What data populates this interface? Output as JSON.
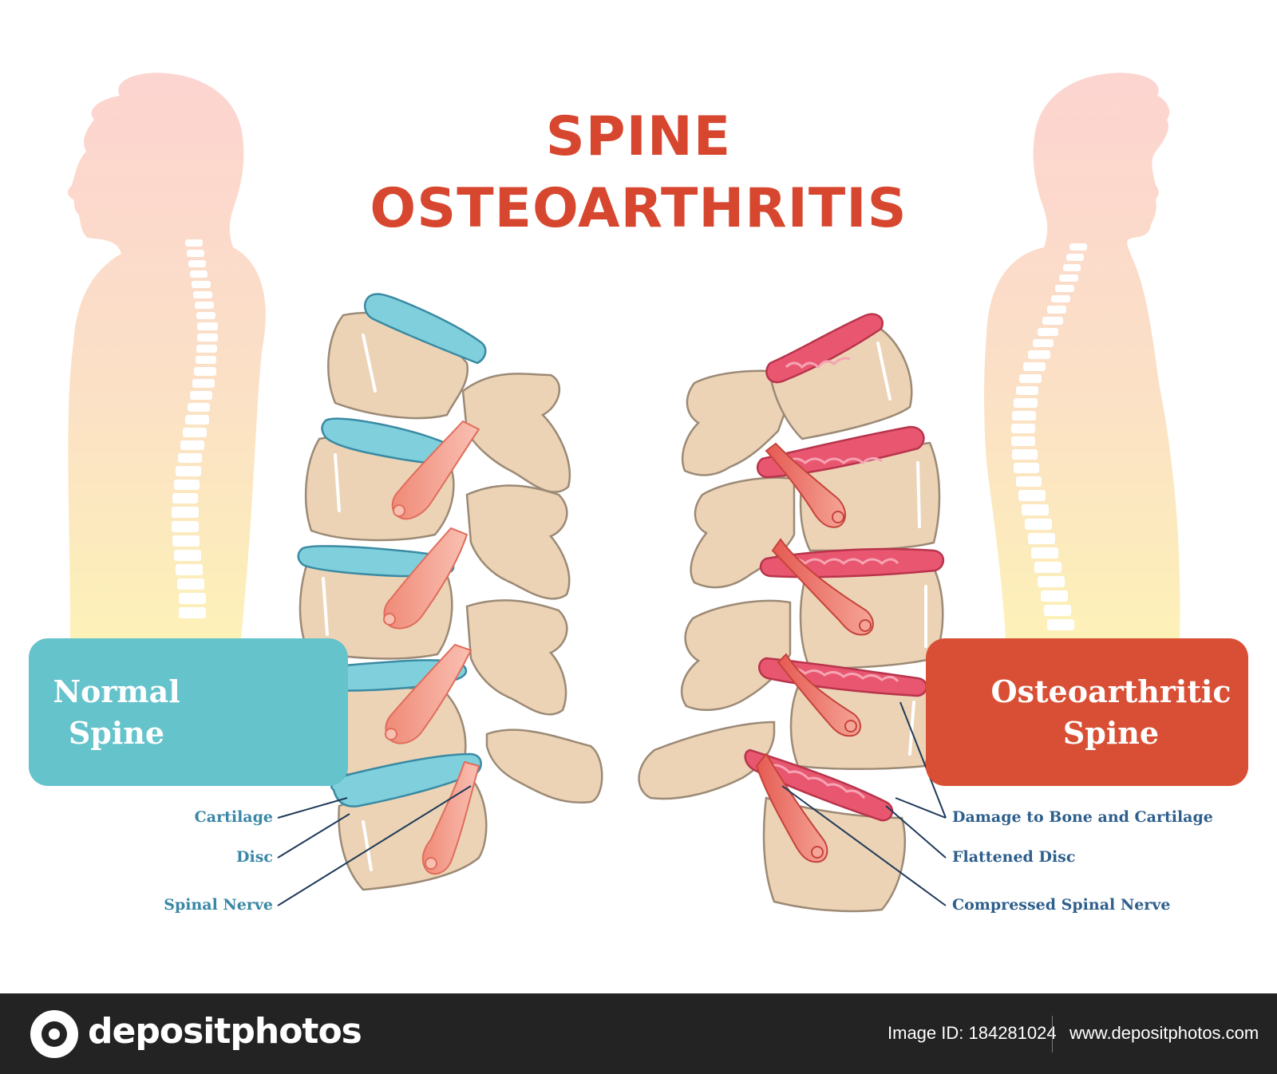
{
  "title": {
    "line1": "SPINE",
    "line2": "OSTEOARTHRITIS"
  },
  "left_panel": {
    "line1": "Normal",
    "line2": "Spine"
  },
  "right_panel": {
    "line1": "Osteoarthritic",
    "line2": "Spine"
  },
  "left_labels": {
    "cartilage": "Cartilage",
    "disc": "Disc",
    "nerve": "Spinal Nerve"
  },
  "right_labels": {
    "damage": "Damage to Bone and Cartilage",
    "flattened": "Flattened Disc",
    "compressed": "Compressed Spinal Nerve"
  },
  "footer": {
    "brand": "depositphotos",
    "image_id": "Image ID: 184281024",
    "site": "www.depositphotos.com"
  },
  "colors": {
    "title": "#d7472f",
    "normal_panel": "#65c3cb",
    "osteo_panel": "#d84f35",
    "bone": "#ecd3b5",
    "bone_outline": "#9c8a76",
    "disc_normal": "#7fd0dc",
    "disc_damaged": "#e8576f",
    "nerve": "#f4a593",
    "footer_bg": "#232323"
  },
  "icons": [
    "silhouette-normal-icon",
    "silhouette-osteo-icon",
    "depositphotos-logo-icon"
  ]
}
